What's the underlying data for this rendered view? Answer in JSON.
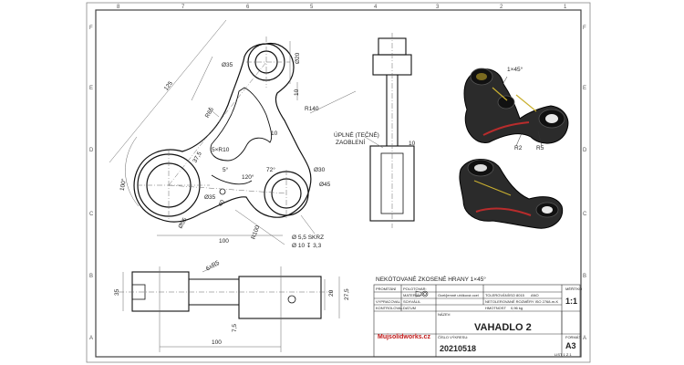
{
  "zones": {
    "cols": [
      "8",
      "7",
      "6",
      "5",
      "4",
      "3",
      "2",
      "1"
    ],
    "rows": [
      "F",
      "E",
      "D",
      "C",
      "B",
      "A"
    ]
  },
  "dims": {
    "d35": "Ø35",
    "d20": "Ø20",
    "r125": "125",
    "r140": "R140",
    "r65": "R65",
    "d10a": "10",
    "d10b": "10",
    "r10x5": "5×R10",
    "d37_5": "37,5",
    "a5": "5°",
    "a120": "120°",
    "a72": "72°",
    "d30": "Ø30",
    "d45": "Ø45",
    "d35b": "Ø35",
    "d55": "Ø55",
    "d40": "40",
    "d100h": "100",
    "r100": "R100",
    "hole1": "Ø 5,5 SKRZ",
    "hole2": "Ø 10 ↧ 3,3",
    "a100": "100°",
    "b35": "35",
    "c6r5": "6×R5",
    "d20b": "20",
    "d27_5": "27,5",
    "d7_5": "7,5",
    "d100b": "100",
    "s10": "10"
  },
  "notes": {
    "fillet_line1": "ÚPLNÉ (TEČNÉ)",
    "fillet_line2": "ZAOBLENÍ",
    "iso1": "1×45°",
    "r2": "R2",
    "r5": "R5",
    "chamfer": "NEKÓTOVANÉ ZKOSENÉ HRANY 1×45°"
  },
  "titleblock": {
    "lbl_promitani": "PROMÍTÁNÍ",
    "lbl_povrch": "POLOTOVAR:",
    "lbl_material": "MATERIÁL:",
    "val_material": "Ocel/jemně uhlíková ocel",
    "lbl_tol": "TOLEROVÁNÍ",
    "val_tol": "ISO 8015",
    "val_ano": "ANO",
    "lbl_kreslil": "VYPRACOVAL",
    "lbl_schvalil": "SCHVÁLIL",
    "val_neto": "NETOLEROVANÉ ROZMĚRY ISO 2768-m-K",
    "lbl_kontrol": "KONTROLOVAL",
    "lbl_datum": "DATUM",
    "lbl_hmot": "HMOTNOST",
    "val_hmot": "0,96 kg",
    "lbl_nazev": "NÁZEV:",
    "title": "VAHADLO 2",
    "lbl_cislo": "ČÍSLO VÝKRESU:",
    "drawing_no": "20210518",
    "brand": "Mujsolidworks.cz",
    "lbl_meritko": "MĚŘÍTKO",
    "scale": "1:1",
    "lbl_format": "FORMÁT",
    "format": "A3",
    "sheet": "LIST 1 Z 1"
  }
}
